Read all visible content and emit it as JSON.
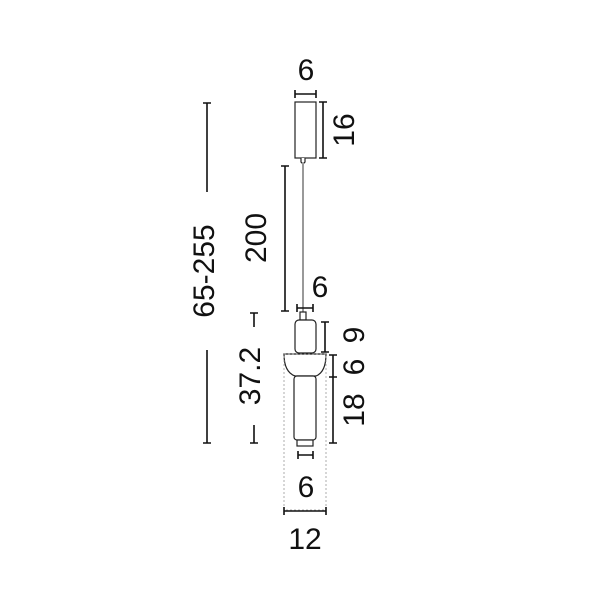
{
  "dimensions": {
    "canopy_width": "6",
    "canopy_height": "16",
    "cable_length": "200",
    "connector_width": "6",
    "total_height": "65-255",
    "lamp_height": "37.2",
    "upper_section": "9",
    "shade_section": "6",
    "body_height": "18",
    "body_width": "6",
    "shade_width": "12"
  }
}
